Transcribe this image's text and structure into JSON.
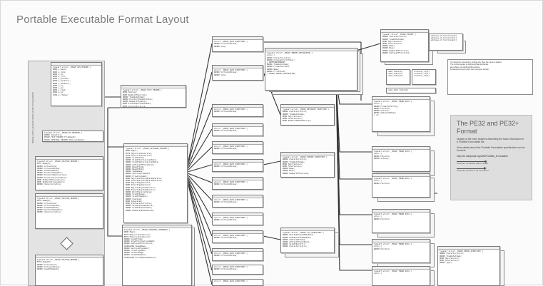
{
  "title": "Portable Executable Format Layout",
  "info": {
    "heading": "The PE32 and PE32+ Format",
    "p1": "Display of the main headers describing the basic information in a Portable Executable file.",
    "p2": "More details about the Portable Executable specification can be found at:",
    "url": "http://en.wikipedia.org/wiki/Portable_Executable",
    "legend_contained": "Structure contained within parent",
    "legend_pointed": "Structure pointed to by the parent"
  },
  "colors": {
    "wire": "#333333",
    "border": "#7a7a7a",
    "panel": "#dedede"
  }
}
